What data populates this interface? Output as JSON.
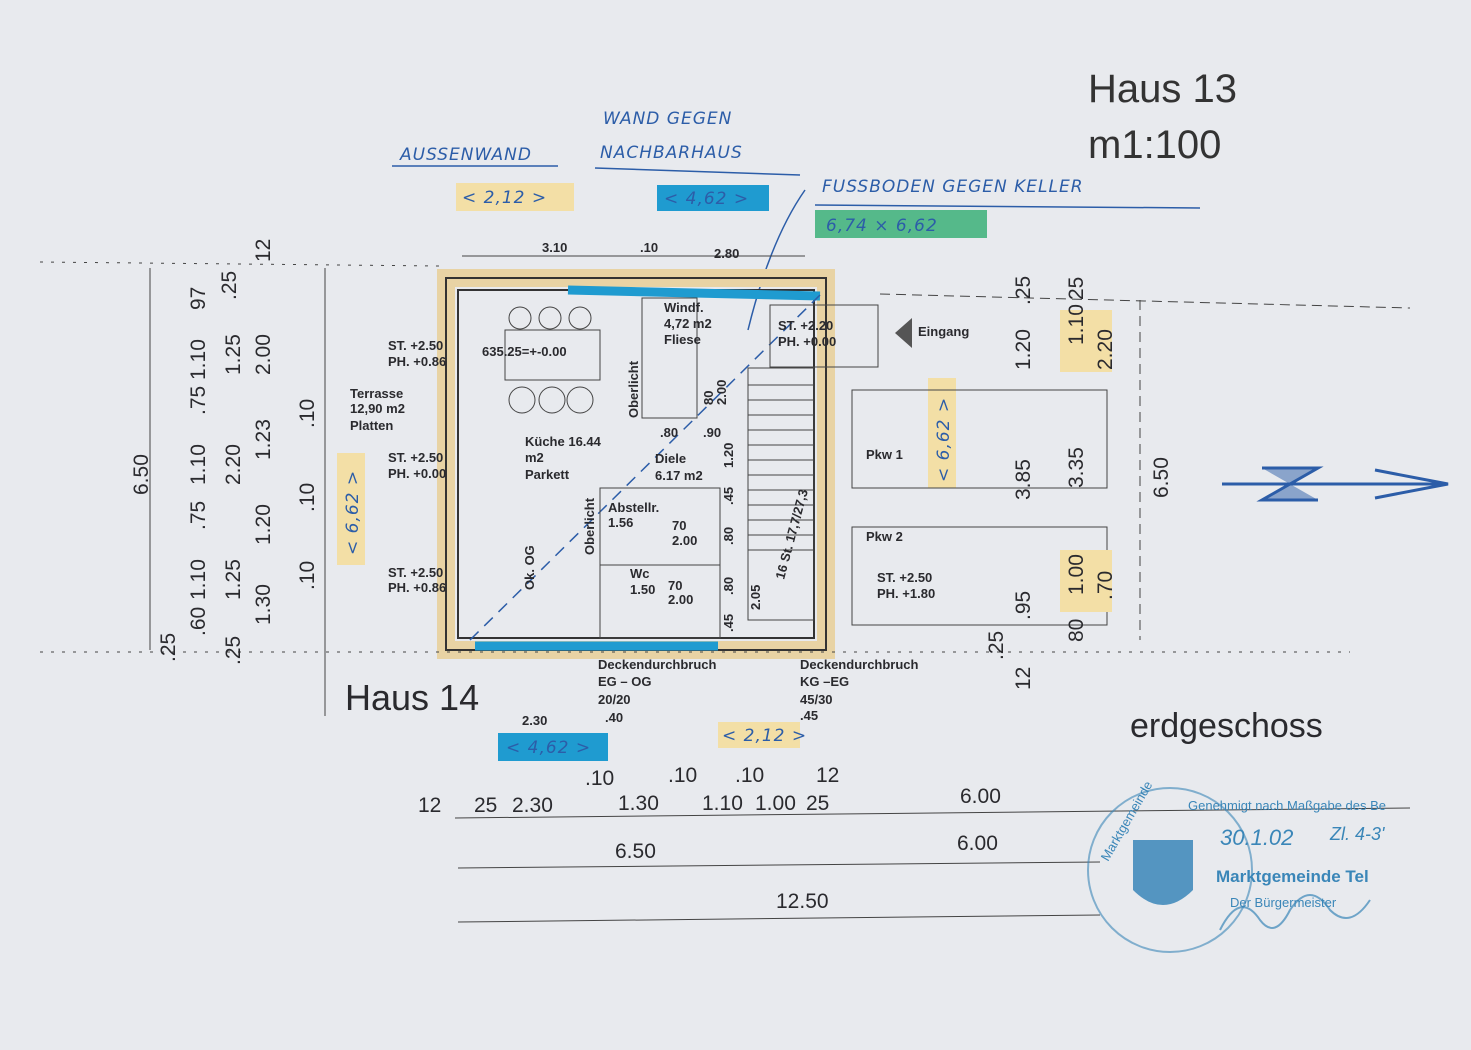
{
  "title_block": {
    "house": "Haus 13",
    "scale": "m1:100",
    "floor": "erdgeschoss",
    "neighbor_house": "Haus 14"
  },
  "annotations": {
    "exterior_wall": "AUSSENWAND",
    "party_wall_1": "WAND GEGEN",
    "party_wall_2": "NACHBARHAUS",
    "floor_basement": "FUSSBODEN GEGEN KELLER",
    "tag_top_left": "< 2,12 >",
    "tag_top_mid": "< 4,62 >",
    "tag_floor": "6,74 × 6,62",
    "tag_left": "< 6,62 >",
    "tag_right": "< 6,62 >",
    "tag_bottom_mid": "< 4,62 >",
    "tag_bottom_right": "< 2,12 >",
    "highlight_yellow": "#f3dfa6",
    "highlight_blue": "#1f9bd0",
    "highlight_green": "#55b98a"
  },
  "rooms": {
    "terrace": [
      "Terrasse",
      "12,90 m2",
      "Platten"
    ],
    "kitchen": [
      "Küche 16.44",
      "m2",
      "Parkett"
    ],
    "vestibule": [
      "Windf.",
      "4,72 m2",
      "Fliese"
    ],
    "hall": [
      "Diele",
      "6.17 m2"
    ],
    "storage": [
      "Abstellr.",
      "1.56"
    ],
    "wc": "Wc",
    "entrance": "Eingang",
    "car1": "Pkw 1",
    "car2": "Pkw 2",
    "skylight": "Oberlicht",
    "upper_edge": "Ok. OG",
    "stairs": "16 St. 17,7/27,3"
  },
  "levels": {
    "st1": "ST. +2.50",
    "ph1": "PH. +0.86",
    "elev": "635.25=+-0.00",
    "st2": "ST. +2.50",
    "ph2": "PH. +0.00",
    "st3": "ST. +2.50",
    "ph3": "PH. +0.86",
    "st4": "ST. +2.20",
    "ph4": "PH. +0.00",
    "st5": "ST. +2.50",
    "ph5": "PH. +1.80"
  },
  "openings": {
    "ceiling1": [
      "Deckendurchbruch",
      "EG – OG",
      "20/20"
    ],
    "ceiling2": [
      "Deckendurchbruch",
      "KG –EG",
      "45/30"
    ]
  },
  "dimensions": {
    "top": [
      "3.10",
      ".10",
      "2.80"
    ],
    "left_outer": [
      "6.50"
    ],
    "left_a": [
      "97",
      "1.10",
      ".75",
      "1.10",
      ".75",
      "1.10",
      ".60",
      ".25"
    ],
    "left_b": [
      ".25",
      "1.25",
      "2.20",
      "1.25",
      ".25"
    ],
    "left_c": [
      "12",
      "2.00",
      "1.23",
      "1.20",
      "1.30"
    ],
    "left_d": [
      ".10",
      ".10",
      ".10"
    ],
    "right_a": [
      ".25",
      "1.20",
      "3.85",
      ".95",
      ".25",
      "12"
    ],
    "right_b": [
      "25",
      "1.10",
      "2.20",
      "3.35",
      "1.00",
      ".70",
      "80"
    ],
    "right_outer": [
      "6.50"
    ],
    "bottom_small": [
      "2.30",
      ".40",
      ".45"
    ],
    "bottom_row1": [
      "12",
      "25",
      "2.30",
      "1.30",
      "1.10",
      "1.00",
      "25",
      "12",
      "6.00"
    ],
    "bottom_row1_top": [
      ".10",
      ".10",
      ".10"
    ],
    "bottom_row2": [
      "6.50",
      "6.00"
    ],
    "bottom_total": "12.50",
    "interior": [
      ".80",
      ".90",
      "70",
      "2.00",
      "1.50",
      "70",
      "2.00",
      "1.20",
      ".45",
      ".80",
      ".80",
      ".45",
      "2.05",
      "80",
      "2.00"
    ]
  },
  "stamp": {
    "approved": "Genehmigt nach Maßgabe des Be",
    "date": "30.1.02",
    "ref": "Zl. 4-3'",
    "municipality": "Marktgemeinde Tel",
    "mayor": "Der Bürgermeister",
    "ring_text": "Marktgemeinde"
  }
}
